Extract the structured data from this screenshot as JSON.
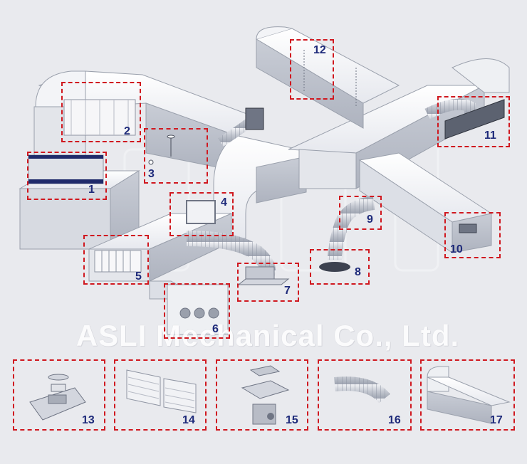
{
  "watermark": "ASLI Mechanical Co., Ltd.",
  "accent_color": "#d0181f",
  "number_color": "#1e2a7a",
  "callouts": [
    {
      "id": "1",
      "label": "1"
    },
    {
      "id": "2",
      "label": "2"
    },
    {
      "id": "3",
      "label": "3"
    },
    {
      "id": "4",
      "label": "4"
    },
    {
      "id": "5",
      "label": "5"
    },
    {
      "id": "6",
      "label": "6"
    },
    {
      "id": "7",
      "label": "7"
    },
    {
      "id": "8",
      "label": "8"
    },
    {
      "id": "9",
      "label": "9"
    },
    {
      "id": "10",
      "label": "10"
    },
    {
      "id": "11",
      "label": "11"
    },
    {
      "id": "12",
      "label": "12"
    },
    {
      "id": "13",
      "label": "13"
    },
    {
      "id": "14",
      "label": "14"
    },
    {
      "id": "15",
      "label": "15"
    },
    {
      "id": "16",
      "label": "16"
    },
    {
      "id": "17",
      "label": "17"
    }
  ]
}
